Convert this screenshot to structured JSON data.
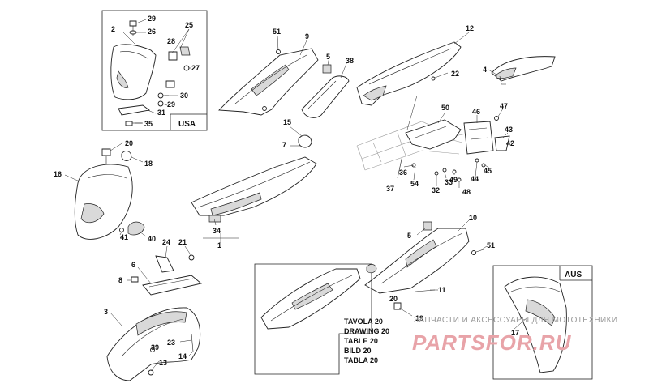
{
  "callouts": [
    "1",
    "2",
    "3",
    "4",
    "5",
    "5",
    "6",
    "7",
    "8",
    "9",
    "10",
    "11",
    "12",
    "13",
    "14",
    "15",
    "16",
    "17",
    "18",
    "19",
    "20",
    "20",
    "21",
    "22",
    "23",
    "24",
    "25",
    "26",
    "27",
    "28",
    "29",
    "29",
    "30",
    "31",
    "32",
    "33",
    "34",
    "35",
    "36",
    "37",
    "38",
    "39",
    "40",
    "41",
    "42",
    "43",
    "44",
    "45",
    "46",
    "47",
    "48",
    "49",
    "50",
    "51",
    "51",
    "54"
  ],
  "region_usa": "USA",
  "region_aus": "AUS",
  "table_refs": [
    "TAVOLA 20",
    "DRAWING 20",
    "TABLE 20",
    "BILD 20",
    "TABLA 20"
  ],
  "watermark": {
    "tagline": "ЗАПЧАСТИ И АКСЕССУАРЫ ДЛЯ МОТОТЕХНИКИ",
    "brand": "PARTSFOR.RU"
  }
}
